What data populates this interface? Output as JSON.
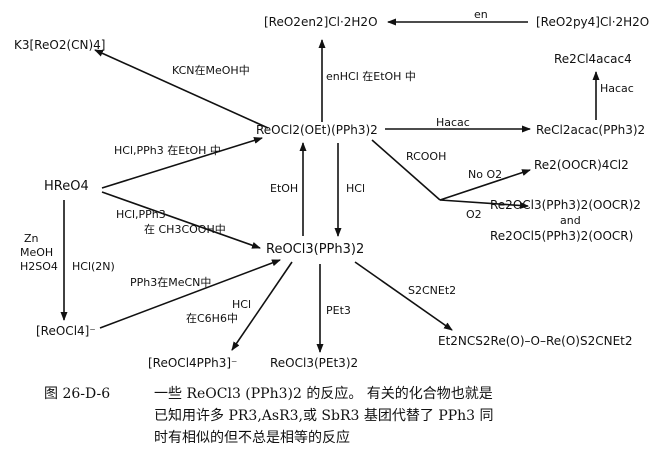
{
  "compounds": {
    "reo2en2": "[ReO2en2]Cl·2H2O",
    "reo2py4": "[ReO2py4]Cl·2H2O",
    "k3reo2cn4": "K3[ReO2(CN)4]",
    "re2cl4acac4": "Re2Cl4acac4",
    "reoe": "ReOCl2(OEt)(PPh3)2",
    "recl2acac": "ReCl2acac(PPh3)2",
    "re2oocr4cl2": "Re2(OOCR)4Cl2",
    "re2ocl3": "Re2OCl3(PPh3)2(OOCR)2",
    "and": "and",
    "re2ocl5": "Re2OCl5(PPh3)2(OOCR)",
    "hreo4": "HReO4",
    "main": "ReOCl3(PPh3)2",
    "reocl4": "[ReOCl4]⁻",
    "reocl4pph3": "[ReOCl4PPh3]⁻",
    "reocl3pet3": "ReOCl3(PEt3)2",
    "dimer": "Et2NCS2Re(O)–O–Re(O)S2CNEt2"
  },
  "reagents": {
    "en": "en",
    "kcn": "KCN在MeOH中",
    "enhcl": "enHCl 在EtOH 中",
    "hacac_top": "Hacac",
    "hacac_right": "Hacac",
    "hcl_pph3_etoh": "HCl,PPh3 在EtOH 中",
    "rcooh": "RCOOH",
    "no_o2": "No O2",
    "o2": "O2",
    "etoh": "EtOH",
    "hcl_v": "HCl",
    "hcl_pph3": "HCl,PPh3",
    "ch3cooh": "在 CH3COOH中",
    "zn": "Zn",
    "meoh": "MeOH",
    "h2so4": "H2SO4",
    "hcl2n": "HCl(2N)",
    "pph3_mecn": "PPh3在MeCN中",
    "hcl_c6h6_a": "HCl",
    "hcl_c6h6_b": "在C6H6中",
    "pet3": "PEt3",
    "s2cnet2": "S2CNEt2"
  },
  "caption": {
    "figure_no": "图 26-D-6",
    "line1": "一些 ReOCl3 (PPh3)2 的反应。 有关的化合物也就是",
    "line2": "已知用许多 PR3,AsR3,或 SbR3 基团代替了 PPh3 同",
    "line3": "时有相似的但不总是相等的反应"
  }
}
